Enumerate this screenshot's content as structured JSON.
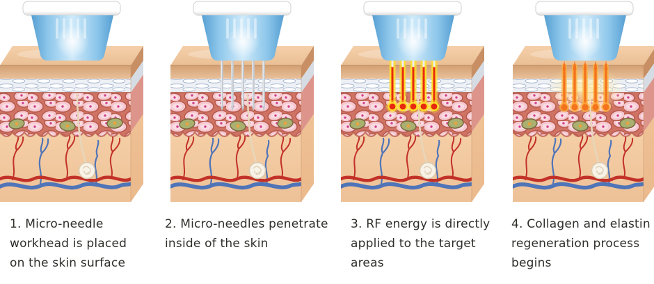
{
  "title": "Micro-needle RF treatment stages diagram",
  "background": "#ffffff",
  "caption_color": "#2f2f2a",
  "panels": [
    {
      "step": 1,
      "stage": "placed",
      "illustration": "microneedle-workhead-resting-on-skin-cross-section",
      "caption": "1. Micro-needle\nworkhead is placed\non the skin surface"
    },
    {
      "step": 2,
      "stage": "penetrate",
      "illustration": "microneedles-inserted-into-skin-cross-section",
      "caption": "2. Micro-needles penetrate\ninside of the skin"
    },
    {
      "step": 3,
      "stage": "rf",
      "illustration": "rf-energy-glowing-red-needles-in-skin",
      "caption": "3. RF energy is directly\napplied to the target\nareas"
    },
    {
      "step": 4,
      "stage": "regen",
      "illustration": "orange-glow-collagen-regeneration-in-skin",
      "caption": "4. Collagen and elastin\nregeneration process\nbegins"
    }
  ],
  "colors": {
    "device": {
      "cap": "#ffffff",
      "cap_shade": "#dcdcdc",
      "body_edge": "#569fd3",
      "body_mid": "#8cc6ea",
      "body_center": "#cfeafa"
    },
    "skin": {
      "top_face_light": "#f5d0aa",
      "top_face_dark": "#eabf94",
      "top_edge": "#c6946a",
      "epidermis_dark": "#d3a073",
      "epidermis_light": "#e9c09a",
      "fiber_bg": "#edf0f5",
      "fiber_stroke": "#a9b8d0",
      "dermis_bg": "#cf7464",
      "cell_fill": "#f6c8d1",
      "cell_inner": "#fbdfe5",
      "cell_stroke": "#b85a4c",
      "cell_dot": "#d23f8c",
      "gland_fill": "#aab06f",
      "gland_stroke": "#79683f",
      "gland_dot": "#e8a33f",
      "hypodermis_light": "#f7d3ab",
      "hypodermis_dark": "#eec197",
      "side_epidermis": "#c78f63",
      "side_fiber": "#d6dce4",
      "side_dermis": "#dd958b",
      "side_hypodermis": "#e7b384",
      "hair": "#e8d6ba",
      "bulb_fill": "#f8f2e7",
      "bulb_stroke": "#d9cbb1"
    },
    "vessels": {
      "artery": "#c23128",
      "vein": "#4f74b8"
    },
    "needles": {
      "steel_light": "#eceef0",
      "steel_dark": "#c2c8cf",
      "rf_core": "#e8290f",
      "rf_glow": "#ffe02a",
      "regen_core": "#f4731d",
      "regen_glow": "#ffb13b",
      "regen_halo": "#ffe9a8"
    }
  }
}
